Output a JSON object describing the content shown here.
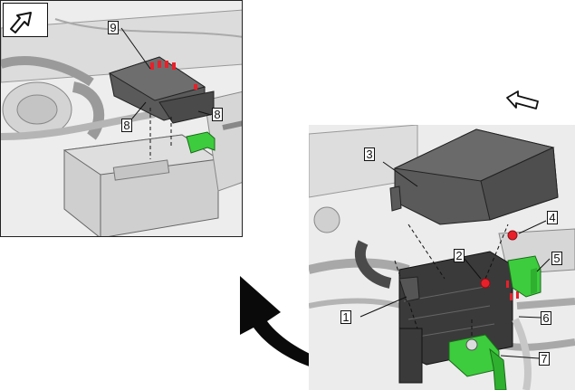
{
  "inset": {
    "callouts": {
      "c9": "9",
      "c8a": "8",
      "c8b": "8"
    },
    "direction_icon": "front-direction-arrow-icon"
  },
  "main": {
    "callouts": {
      "c1": "1",
      "c2": "2",
      "c3": "3",
      "c4": "4",
      "c5": "5",
      "c6": "6",
      "c7": "7"
    },
    "direction_icon": "front-direction-arrow-icon"
  },
  "transition_icon": "curved-arrow-icon",
  "colors": {
    "highlight_green": "#3dcc3d",
    "fastener_red": "#e8202a",
    "cover_dark": "#5a5a5a"
  }
}
